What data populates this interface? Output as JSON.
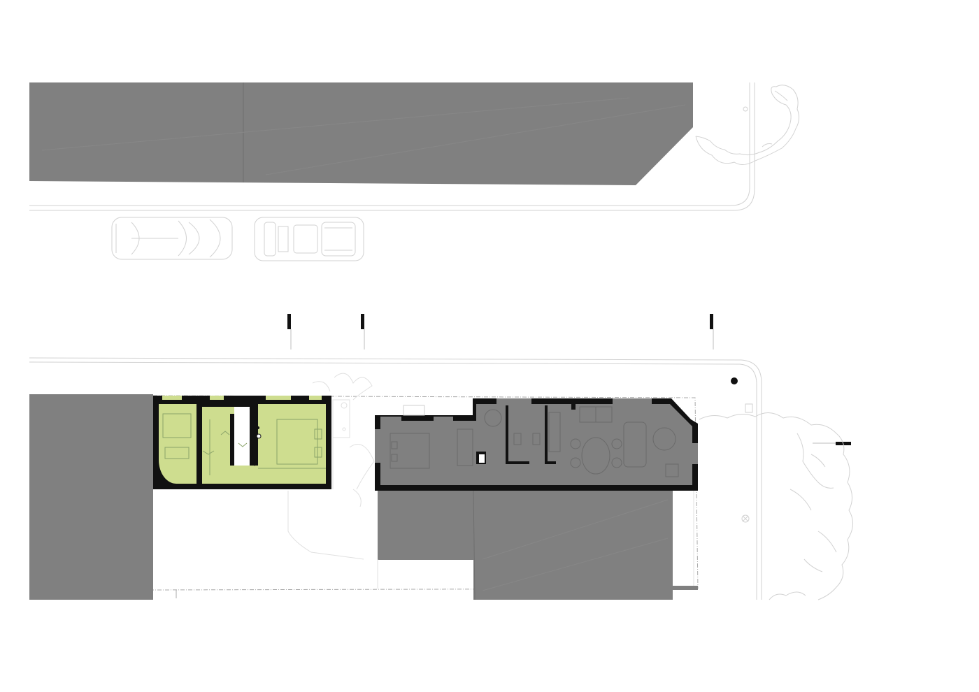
{
  "drawing": {
    "kind": "site-plan",
    "palette": {
      "background": "#ffffff",
      "neighbour_building": "#808080",
      "existing_house": "#808080",
      "new_extension": "#cedd8f",
      "walls": "#111111",
      "context_lines": "#d2d2d2"
    },
    "elements": [
      "block-north",
      "road-curb",
      "parked-car-1",
      "parked-car-2",
      "section-markers",
      "pavement-line",
      "lamp-post",
      "block-west",
      "new-extension",
      "courtyard",
      "existing-house",
      "rear-buildings",
      "garden",
      "tree-north",
      "tree-east"
    ]
  }
}
